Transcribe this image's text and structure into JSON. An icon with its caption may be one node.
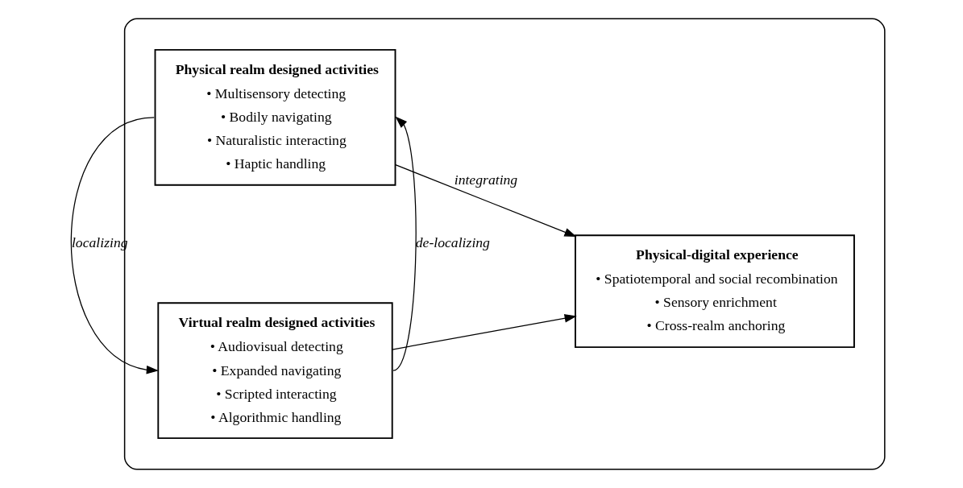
{
  "diagram": {
    "nodes": [
      {
        "text": [],
        "shape": "box"
      },
      {
        "text": [
          "Physical realm designed activities",
          "• Multisensory detecting",
          "• Bodily navigating",
          "• Naturalistic interacting",
          "• Haptic handling"
        ],
        "in": 0
      },
      {
        "text": [
          "Virtual realm designed activities",
          "• Audiovisual detecting",
          "• Expanded navigating",
          "• Scripted interacting",
          "• Algorithmic handling"
        ],
        "in": 0
      },
      {
        "text": [
          "Physical-digital experience",
          "• Spatiotemporal and social recombination",
          "• Sensory enrichment",
          "• Cross-realm anchoring"
        ],
        "in": 0
      }
    ],
    "edges": [
      {
        "from": 1,
        "to": 2,
        "arrow": "to",
        "label": "localizing"
      },
      {
        "from": 2,
        "to": 1,
        "arrow": "to",
        "label": "de-localizing"
      },
      {
        "from": 1,
        "to": 3,
        "arrow": "to",
        "label": "integrating"
      },
      {
        "from": 2,
        "to": 3,
        "arrow": "to"
      }
    ]
  }
}
